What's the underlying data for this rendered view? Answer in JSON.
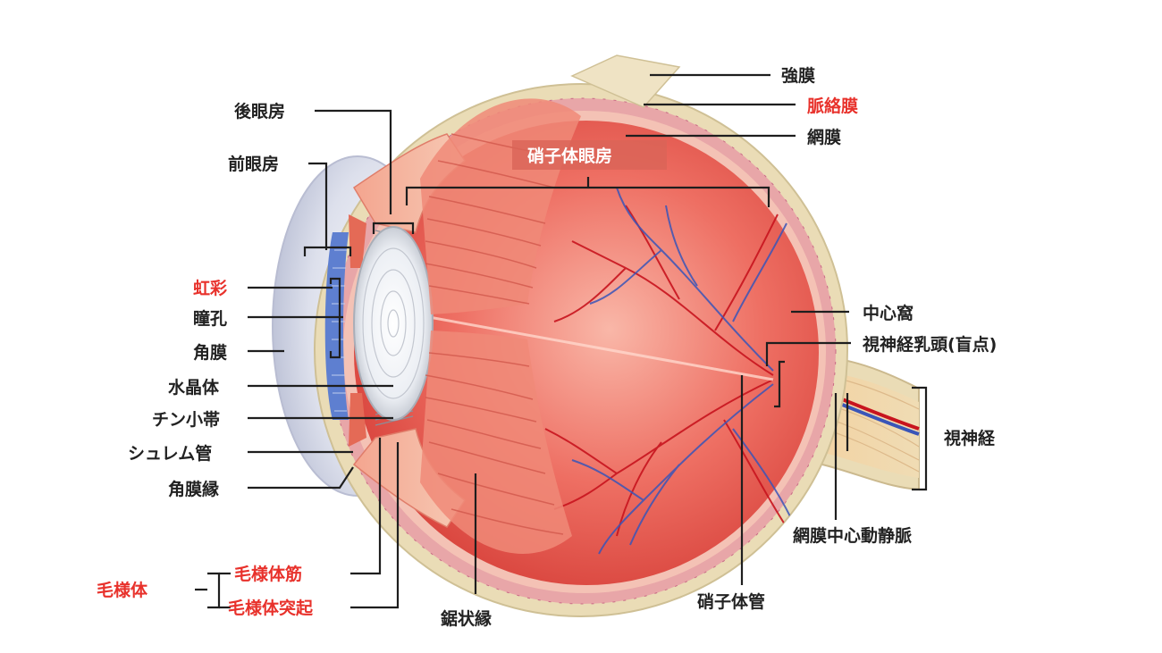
{
  "colors": {
    "label_default": "#222222",
    "label_highlight": "#e8312b",
    "label_on_image": "#ffffff",
    "sclera": "#eadcb6",
    "choroid": "#e8a6a8",
    "vitreous": "#e9574f",
    "vein": "#3a55b8",
    "artery": "#c8141e"
  },
  "labels": {
    "sclera": "強膜",
    "choroid": "脈絡膜",
    "retina": "網膜",
    "vitreous_chamber": "硝子体眼房",
    "posterior_chamber": "後眼房",
    "anterior_chamber": "前眼房",
    "iris": "虹彩",
    "pupil": "瞳孔",
    "cornea": "角膜",
    "lens": "水晶体",
    "zonule": "チン小帯",
    "schlemm_canal": "シュレム管",
    "limbus": "角膜縁",
    "ciliary_body": "毛様体",
    "ciliary_muscle": "毛様体筋",
    "ciliary_process": "毛様体突起",
    "ora_serrata": "鋸状縁",
    "hyaloid_canal": "硝子体管",
    "fovea": "中心窩",
    "optic_disc": "視神経乳頭(盲点)",
    "optic_nerve": "視神経",
    "central_retinal_vessels": "網膜中心動静脈"
  }
}
